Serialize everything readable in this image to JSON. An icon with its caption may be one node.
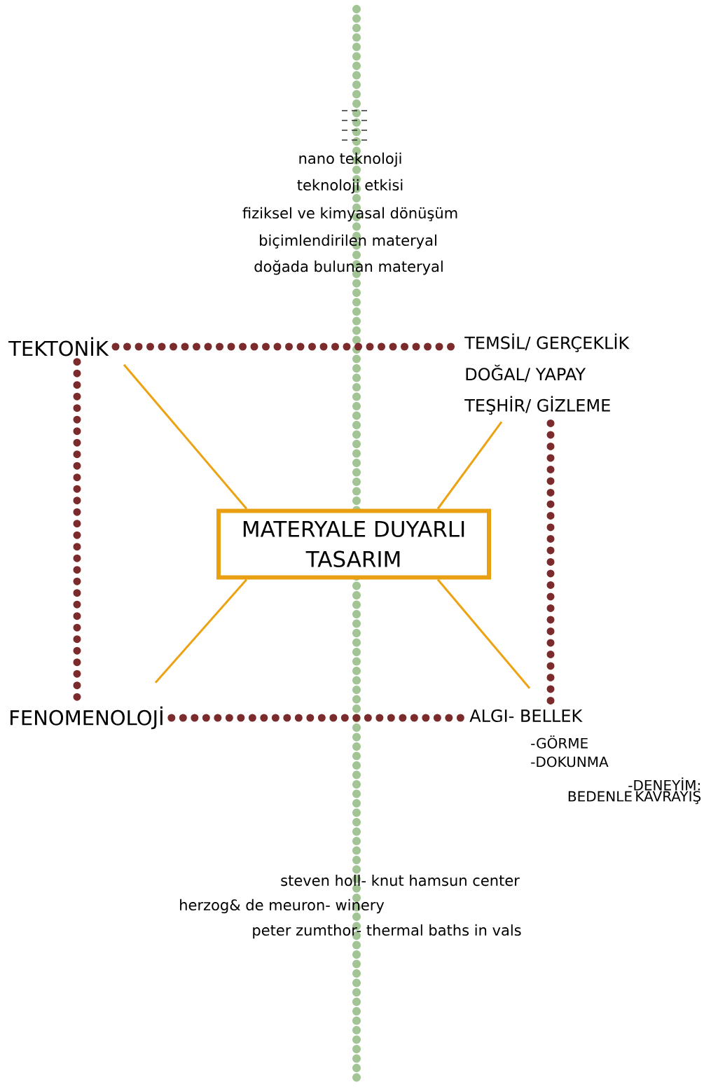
{
  "diagram": {
    "nodes": [
      {
        "text": [
          "TEKTONİK"
        ]
      },
      {
        "text": [
          "TEMSİL/ GERÇEKLİK",
          "DOĞAL/ YAPAY",
          "TEŞHİR/ GİZLEME"
        ]
      },
      {
        "text": [
          "MATERYALE DUYARLI TASARIM"
        ]
      },
      {
        "text": [
          "FENOMENOLOJİ"
        ]
      },
      {
        "text": [
          "ALGI- BELLEK"
        ],
        "beside": [
          "-GÖRME",
          "-DOKUNMA",
          "-DENEYİM: BEDENLE KAVRAYIŞ"
        ]
      }
    ],
    "edges": [
      {
        "from": 0,
        "to": 1,
        "arrow": "none",
        "style": "dashed",
        "color": "#7b2b2b"
      },
      {
        "from": 0,
        "to": 3,
        "arrow": "none",
        "style": "dashed",
        "color": "#7b2b2b"
      },
      {
        "from": 3,
        "to": 4,
        "arrow": "none",
        "style": "dashed",
        "color": "#7b2b2b"
      },
      {
        "from": 1,
        "to": 4,
        "arrow": "none",
        "style": "dashed",
        "color": "#7b2b2b"
      },
      {
        "from": 2,
        "to": 0,
        "arrow": "none",
        "color": "#eba313"
      },
      {
        "from": 2,
        "to": 1,
        "arrow": "none",
        "color": "#eba313"
      },
      {
        "from": 2,
        "to": 3,
        "arrow": "none",
        "color": "#eba313"
      },
      {
        "from": 2,
        "to": 4,
        "arrow": "none",
        "color": "#eba313"
      }
    ],
    "labels": [
      "nano teknoloji",
      "teknoloji etkisi",
      "fiziksel ve kimyasal dönüşüm",
      "biçimlendirilen materyal",
      "doğada bulunan materyal",
      "steven holl- knut hamsun center",
      "herzog& de meuron- winery",
      "peter zumthor- thermal baths in vals"
    ]
  }
}
